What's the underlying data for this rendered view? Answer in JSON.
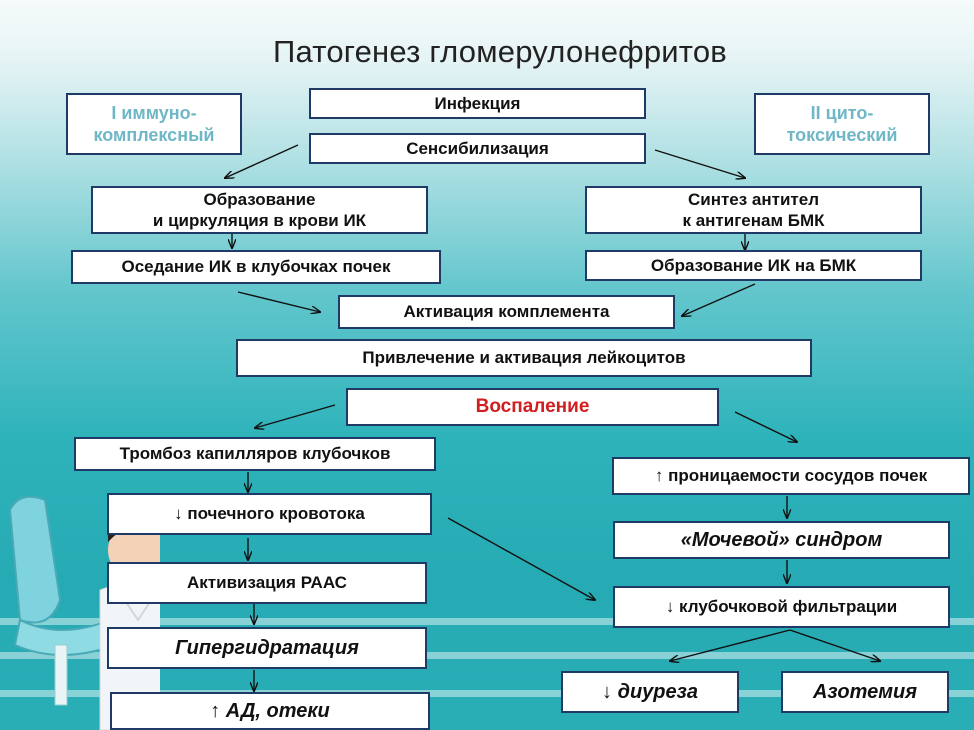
{
  "title": "Патогенез гломерулонефритов",
  "boxes": {
    "type1": "I иммуно-\nкомплексный",
    "type2": "II цито-\nтоксический",
    "infection": "Инфекция",
    "sensibilization": "Сенсибилизация",
    "ic_formation": "Образование\nи циркуляция в крови ИК",
    "antibody_synthesis": "Синтез антител\nк антигенам БМК",
    "ic_deposition": "Оседание ИК в клубочках почек",
    "ic_on_gbm": "Образование ИК на БМК",
    "complement": "Активация комплемента",
    "leukocytes": "Привлечение и активация лейкоцитов",
    "inflammation": "Воспаление",
    "thrombosis": "Тромбоз капилляров клубочков",
    "permeability": "↑ проницаемости сосудов почек",
    "renal_blood_flow": "↓ почечного кровотока",
    "urinary_syndrome": "«Мочевой» синдром",
    "raas": "Активизация РААС",
    "gfr": "↓ клубочковой фильтрации",
    "hyperhydration": "Гипергидратация",
    "diuresis": "↓ диуреза",
    "azotemia": "Азотемия",
    "bp_edema": "↑ АД, отеки"
  },
  "colors": {
    "box_border": "#1f3a66",
    "side_text": "#6fb7c7",
    "highlight": "#d11f1f"
  }
}
